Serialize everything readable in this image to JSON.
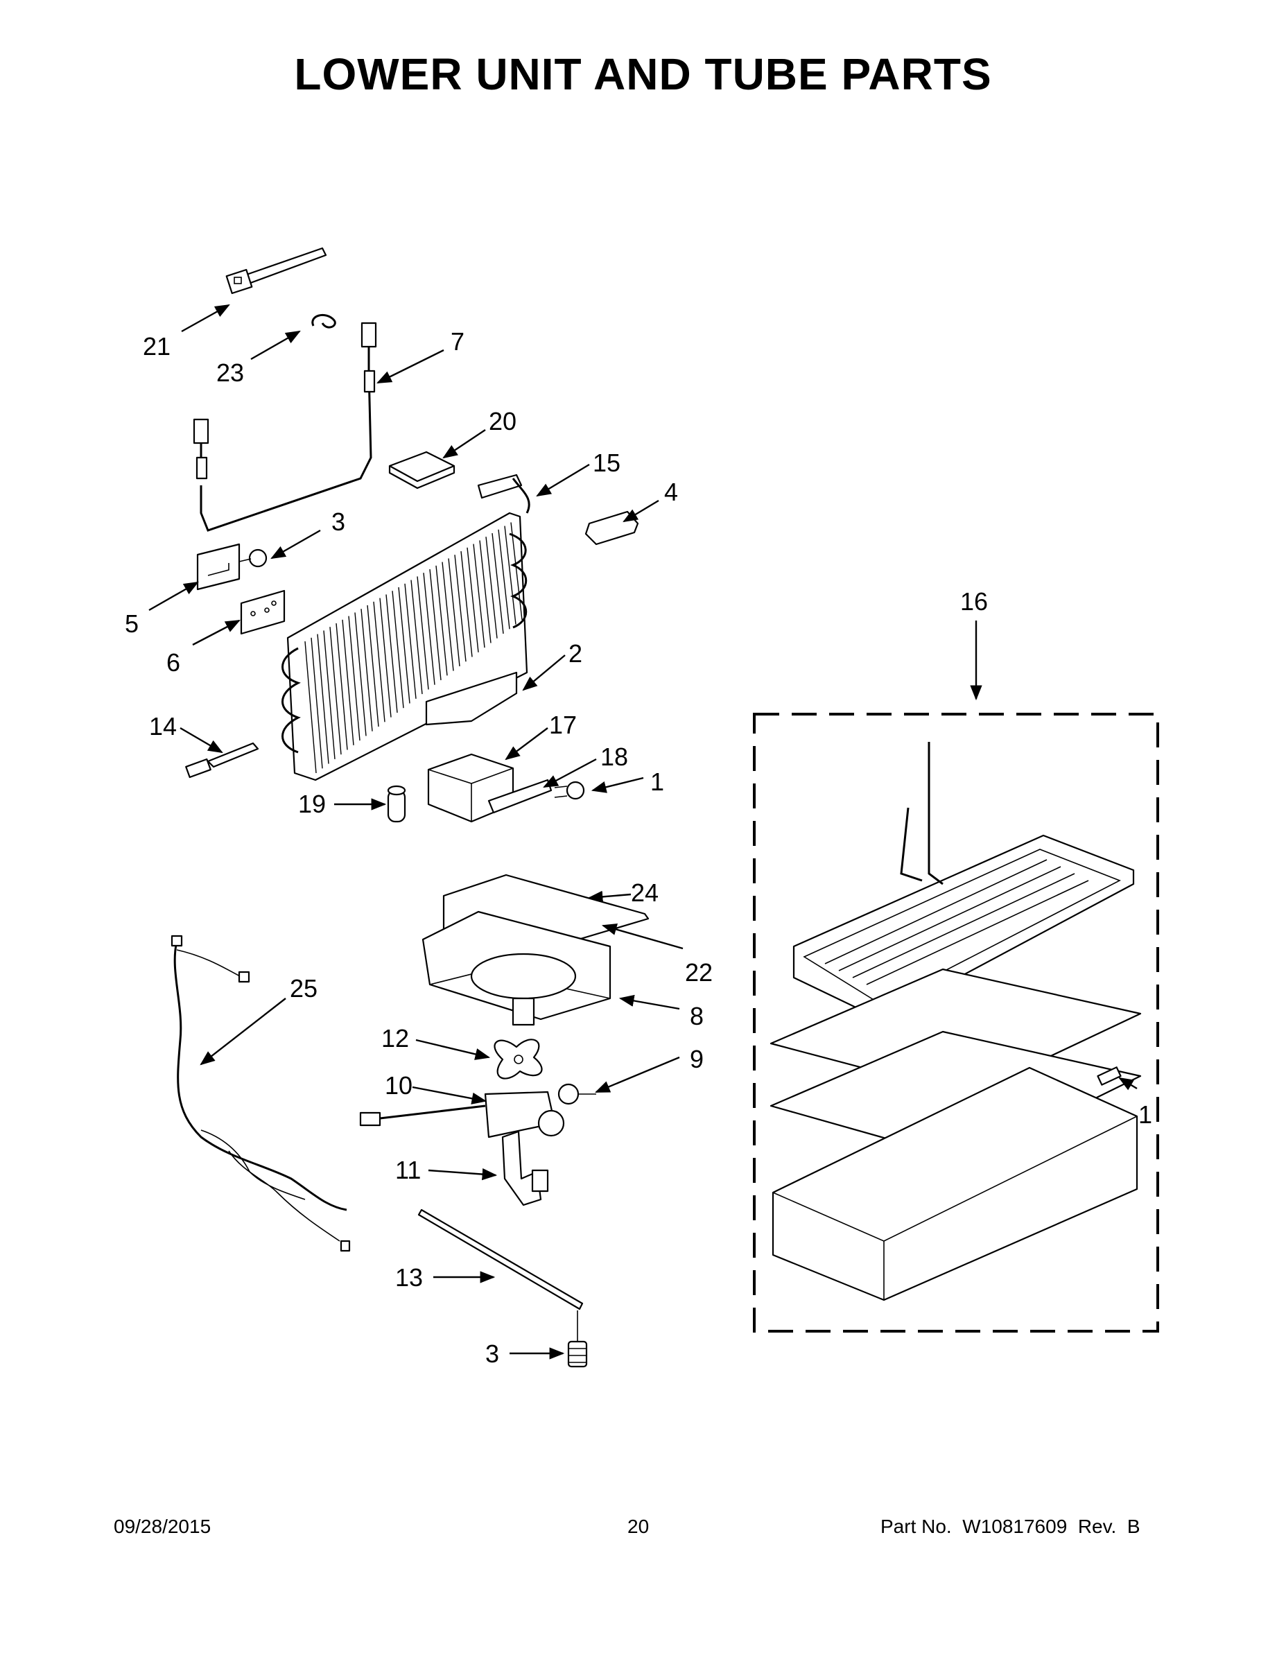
{
  "title": "LOWER UNIT AND TUBE PARTS",
  "callouts": {
    "c21": "21",
    "c23": "23",
    "c7": "7",
    "c20": "20",
    "c15": "15",
    "c4": "4",
    "c3a": "3",
    "c5": "5",
    "c6": "6",
    "c2": "2",
    "c17": "17",
    "c18": "18",
    "c14": "14",
    "c19": "19",
    "c1a": "1",
    "c16": "16",
    "c24": "24",
    "c22": "22",
    "c25": "25",
    "c8": "8",
    "c12": "12",
    "c9": "9",
    "c10": "10",
    "c11": "11",
    "c13": "13",
    "c3b": "3",
    "c1b": "1"
  },
  "footer": {
    "date": "09/28/2015",
    "page": "20",
    "part_no": "Part No.  W10817609  Rev.  B"
  }
}
